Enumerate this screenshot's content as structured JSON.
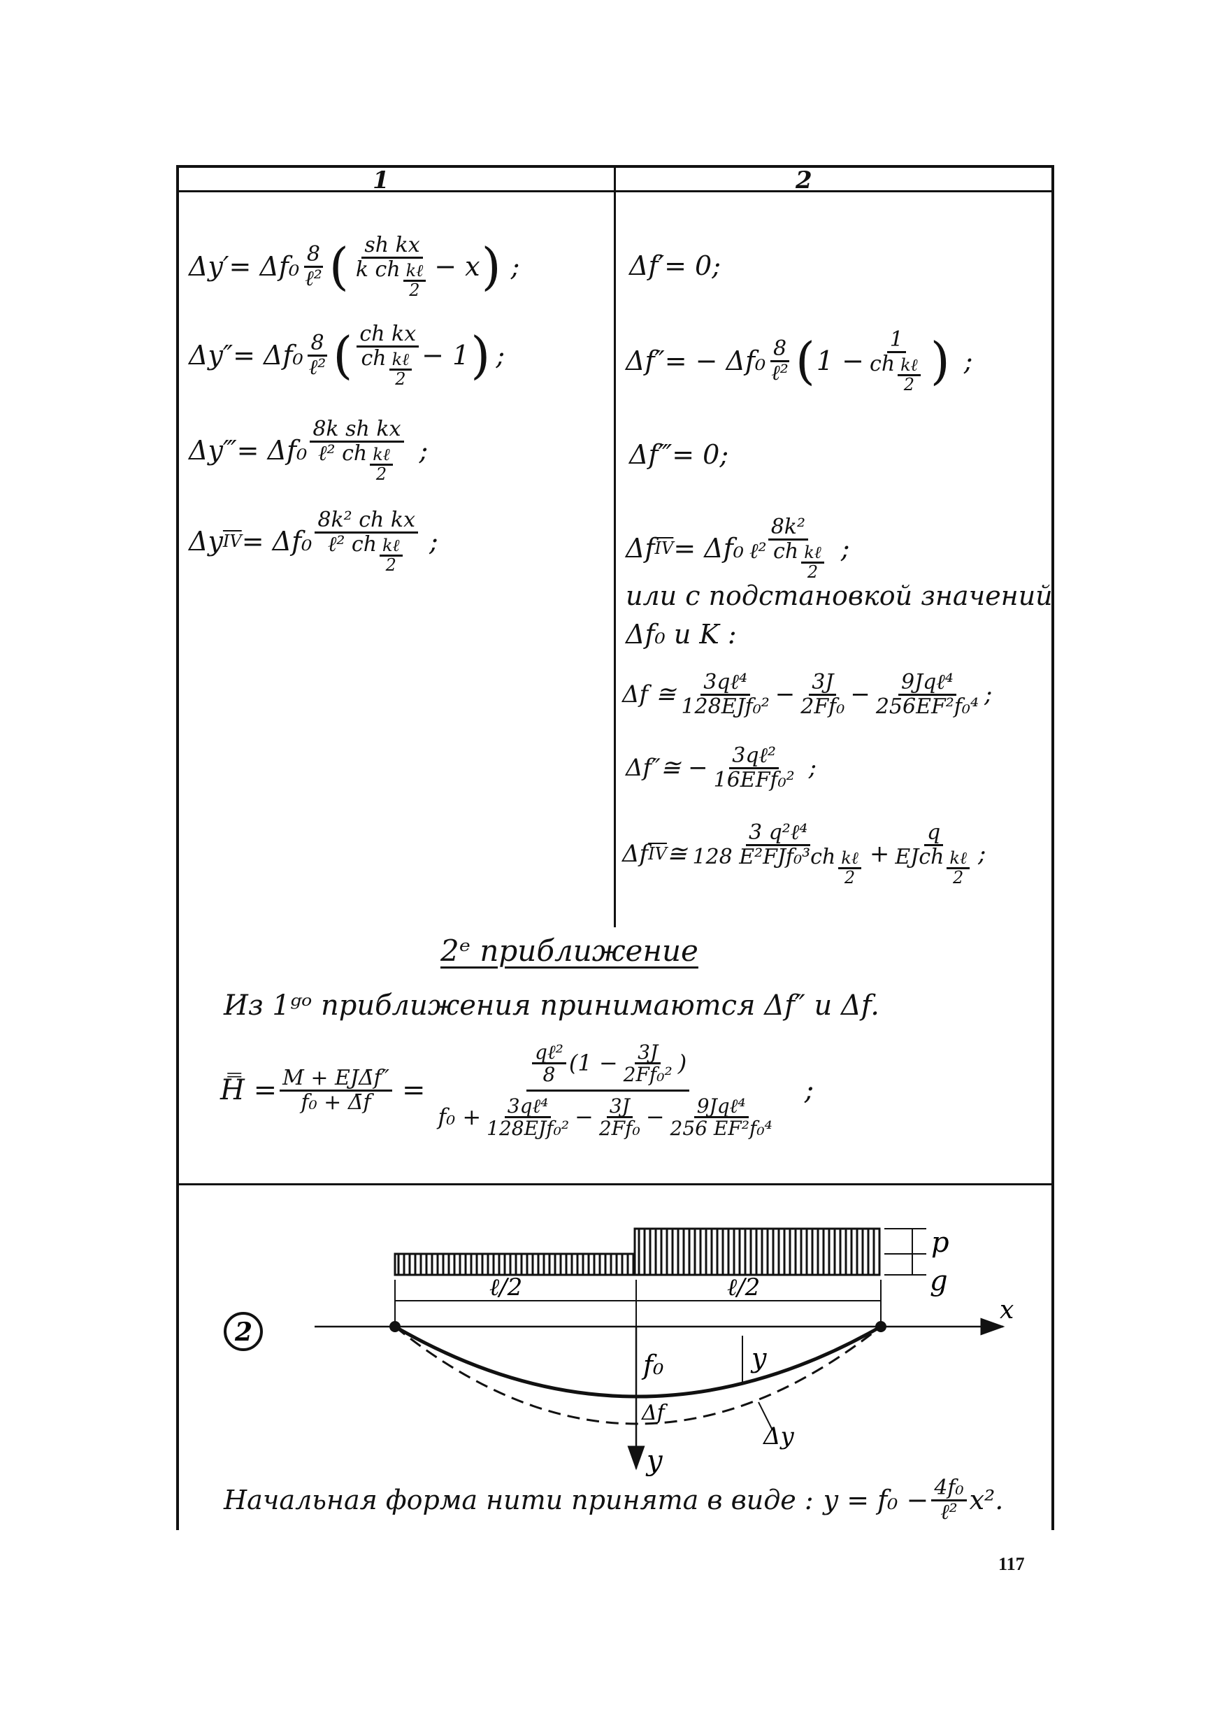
{
  "table": {
    "col1_header": "1",
    "col2_header": "2"
  },
  "col1": {
    "r1": {
      "lhs": "Δy′= Δf₀",
      "coef_num": "8",
      "coef_den": "ℓ²",
      "inner_num": "sh kx",
      "inner_den": "k ch",
      "half_num": "kℓ",
      "half_den": "2",
      "tail": "− x",
      "end": ";"
    },
    "r2": {
      "lhs": "Δy″= Δf₀",
      "coef_num": "8",
      "coef_den": "ℓ²",
      "inner_num": "ch kx",
      "inner_den": "ch",
      "half_num": "kℓ",
      "half_den": "2",
      "tail": "− 1",
      "end": ";"
    },
    "r3": {
      "lhs": "Δy‴= Δf₀",
      "num": "8k sh kx",
      "den": "ℓ² ch",
      "half_num": "kℓ",
      "half_den": "2",
      "end": ";"
    },
    "r4": {
      "lhs": "Δy",
      "sup": "IV",
      "eq": "= Δf₀",
      "num": "8k² ch kx",
      "den": "ℓ² ch",
      "half_num": "kℓ",
      "half_den": "2",
      "end": ";"
    }
  },
  "col2": {
    "r1": "Δf′= 0;",
    "r2": {
      "lhs": "Δf″= − Δf₀",
      "coef_num": "8",
      "coef_den": "ℓ²",
      "open": "1 −",
      "one": "1",
      "den": "ch",
      "half_num": "kℓ",
      "half_den": "2",
      "end": ";"
    },
    "r3": "Δf‴= 0;",
    "r4": {
      "lhs": "Δf",
      "sup": "IV",
      "eq": "= Δf₀",
      "num": "8k²",
      "den": "ℓ² ch",
      "half_num": "kℓ",
      "half_den": "2",
      "end": ";"
    },
    "note1": "или с подстановкой значений",
    "note2": "Δf₀ и K :",
    "r5": {
      "lhs": "Δf ≅",
      "a_num": "3qℓ⁴",
      "a_den": "128EJf₀²",
      "minus1": "−",
      "b_num": "3J",
      "b_den": "2Ff₀",
      "minus2": "−",
      "c_num": "9Jqℓ⁴",
      "c_den": "256EF²f₀⁴",
      "end": ";"
    },
    "r6": {
      "lhs": "Δf″≅ −",
      "num": "3qℓ²",
      "den": "16EFf₀²",
      "end": ";"
    },
    "r7": {
      "lhs": "Δf",
      "sup": "IV",
      "eq": "≅",
      "a_num": "3 q²ℓ⁴",
      "a_den": "128 E²FJf₀³ch",
      "a_half_num": "kℓ",
      "a_half_den": "2",
      "plus": "+",
      "b_num": "q",
      "b_den": "EJch",
      "b_half_num": "kℓ",
      "b_half_den": "2",
      "end": ";"
    }
  },
  "section2": {
    "title": "2ᵉ приближение",
    "sentence": "Из 1ᵍᵒ приближения принимаются Δf″ и Δf.",
    "formula": {
      "lhs": "H̿ =",
      "f1_num": "M + EJΔ̄f″",
      "f1_den": "f₀ + Δ̄f",
      "eq": "=",
      "top_a_num": "qℓ²",
      "top_a_den": "8",
      "top_open": "(1 −",
      "top_b_num": "3J",
      "top_b_den": "2Ff₀²",
      "top_close": ")",
      "bot_f0": "f₀ +",
      "bot_a_num": "3qℓ⁴",
      "bot_a_den": "128EJf₀²",
      "bot_m1": "−",
      "bot_b_num": "3J",
      "bot_b_den": "2Ff₀",
      "bot_m2": "−",
      "bot_c_num": "9Jqℓ⁴",
      "bot_c_den": "256 EF²f₀⁴",
      "end": ";"
    }
  },
  "diagram": {
    "marker": "2",
    "label_p": "p",
    "label_g": "g",
    "label_l2_left": "ℓ/2",
    "label_l2_right": "ℓ/2",
    "label_x": "x",
    "label_y_axis": "y",
    "label_f0": "f₀",
    "label_y": "y",
    "label_df": "Δf",
    "label_dy": "Δy"
  },
  "caption": {
    "text": "Начальная форма нити принята в виде :",
    "formula_a": "y = f₀ −",
    "frac_num": "4f₀",
    "frac_den": "ℓ²",
    "formula_b": "x²."
  },
  "page_number": "117"
}
